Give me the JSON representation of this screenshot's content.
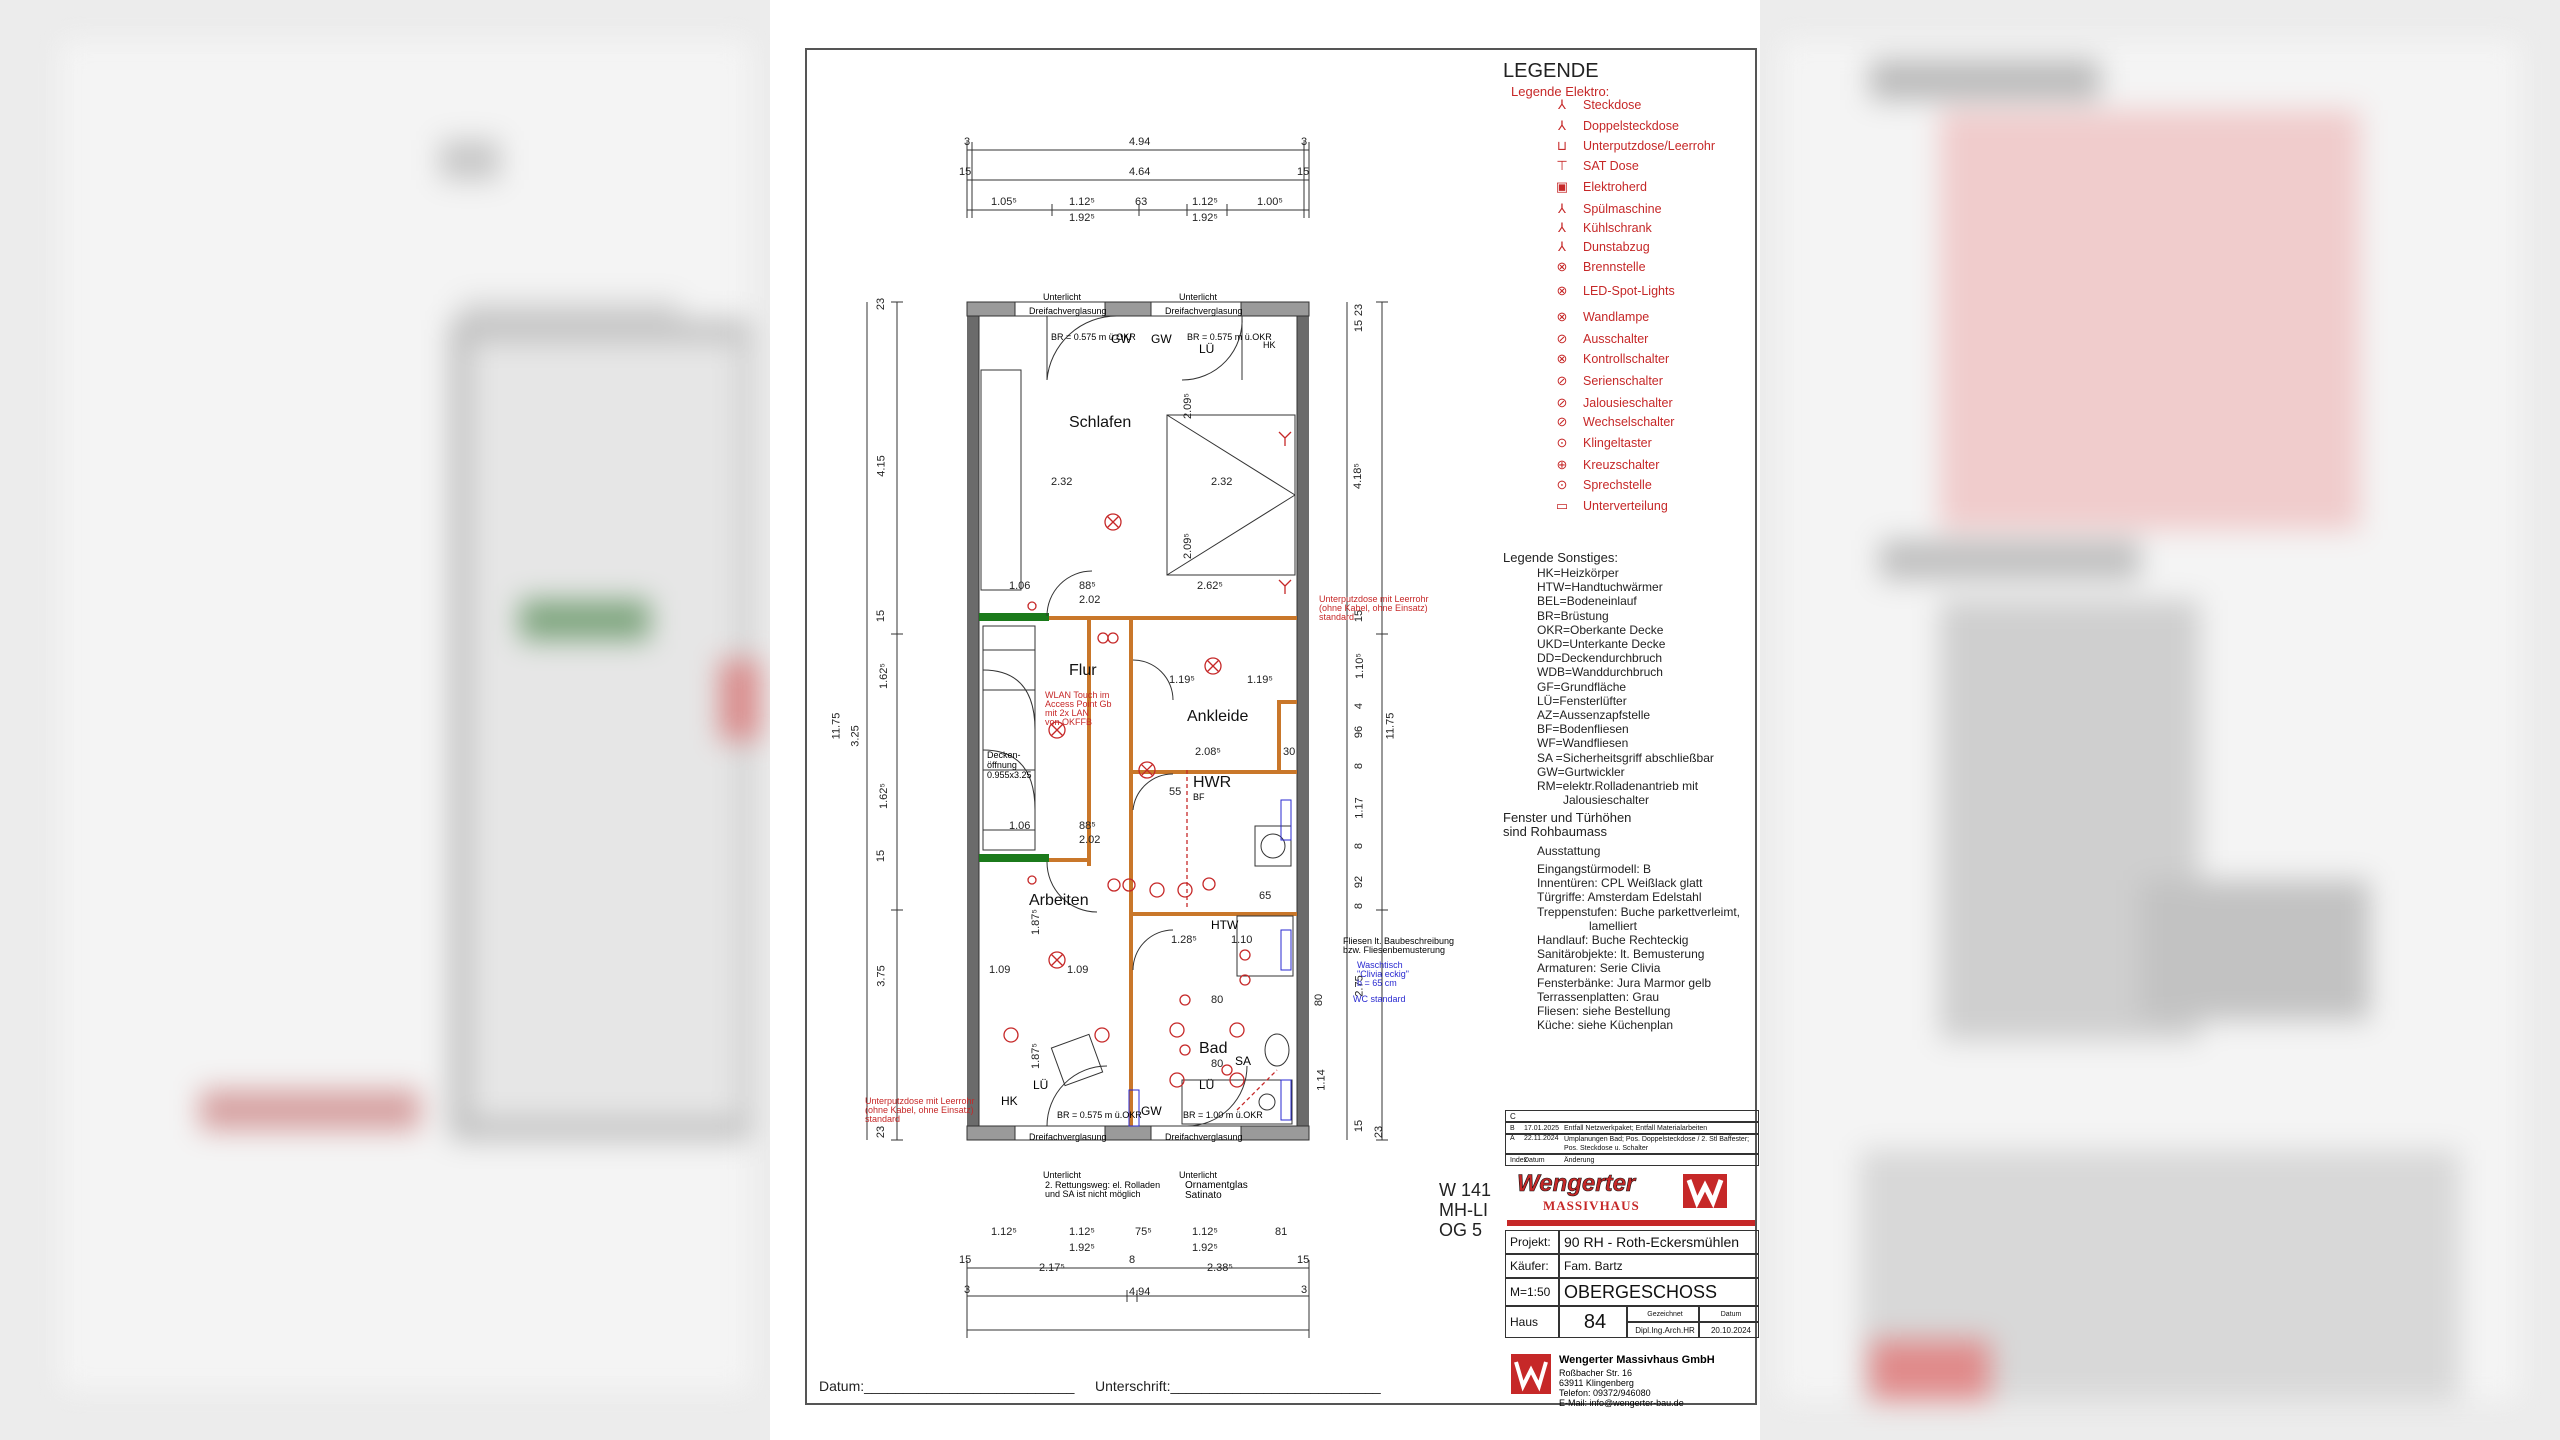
{
  "legend": {
    "title": "LEGENDE",
    "elektro_title": "Legende Elektro:",
    "elektro": [
      {
        "label": "Steckdose",
        "icon": "outlet-icon"
      },
      {
        "label": "Doppelsteckdose",
        "icon": "double-outlet-icon"
      },
      {
        "label": "Unterputzdose/Leerrohr",
        "icon": "flush-box-icon"
      },
      {
        "label": "SAT Dose",
        "icon": "sat-outlet-icon"
      },
      {
        "label": "Elektroherd",
        "icon": "stove-outlet-icon"
      },
      {
        "label": "Spülmaschine",
        "icon": "dishwasher-outlet-icon"
      },
      {
        "label": "Kühlschrank",
        "icon": "fridge-outlet-icon"
      },
      {
        "label": "Dunstabzug",
        "icon": "hood-outlet-icon"
      },
      {
        "label": "Brennstelle",
        "icon": "light-point-icon"
      },
      {
        "label": "LED-Spot-Lights",
        "icon": "led-spot-icon"
      },
      {
        "label": "Wandlampe",
        "icon": "wall-lamp-icon"
      },
      {
        "label": "Ausschalter",
        "icon": "switch-icon"
      },
      {
        "label": "Kontrollschalter",
        "icon": "control-switch-icon"
      },
      {
        "label": "Serienschalter",
        "icon": "series-switch-icon"
      },
      {
        "label": "Jalousieschalter",
        "icon": "blind-switch-icon"
      },
      {
        "label": "Wechselschalter",
        "icon": "toggle-switch-icon"
      },
      {
        "label": "Klingeltaster",
        "icon": "bell-button-icon"
      },
      {
        "label": "Kreuzschalter",
        "icon": "cross-switch-icon"
      },
      {
        "label": "Sprechstelle",
        "icon": "intercom-icon"
      },
      {
        "label": "Unterverteilung",
        "icon": "sub-distribution-icon"
      }
    ],
    "sonstiges_title": "Legende Sonstiges:",
    "sonstiges": [
      "HK=Heizkörper",
      "HTW=Handtuchwärmer",
      "BEL=Bodeneinlauf",
      "BR=Brüstung",
      "OKR=Oberkante Decke",
      "UKD=Unterkante Decke",
      "DD=Deckendurchbruch",
      "WDB=Wanddurchbruch",
      "GF=Grundfläche",
      "LÜ=Fensterlüfter",
      "AZ=Aussenzapfstelle",
      "BF=Bodenfliesen",
      "WF=Wandfliesen",
      "SA =Sicherheitsgriff abschließbar",
      "GW=Gurtwickler",
      "RM=elektr.Rolladenantrieb mit",
      "Jalousieschalter"
    ],
    "fenster_title_1": "Fenster und Türhöhen",
    "fenster_title_2": "sind Rohbaumass",
    "ausstattung_title": "Ausstattung",
    "ausstattung": [
      "Eingangstürmodell: B",
      "Innentüren: CPL Weißlack glatt",
      "Türgriffe: Amsterdam Edelstahl",
      "Treppenstufen: Buche parkettverleimt,",
      "lamelliert",
      "Handlauf: Buche Rechteckig",
      "Sanitärobjekte: lt. Bemusterung",
      "Armaturen: Serie Clivia",
      "Fensterbänke: Jura Marmor gelb",
      "Terrassenplatten: Grau",
      "Fliesen: siehe Bestellung",
      "Küche: siehe Küchenplan"
    ]
  },
  "rooms": {
    "schlafen": "Schlafen",
    "flur": "Flur",
    "ankleide": "Ankleide",
    "hwr": "HWR",
    "arbeiten": "Arbeiten",
    "bad": "Bad"
  },
  "plan_labels": {
    "unterlicht": "Unterlicht",
    "dreifach": "Dreifachverglasung",
    "gw": "GW",
    "lue": "LÜ",
    "hk": "HK",
    "htw": "HTW",
    "sa": "SA",
    "bf": "BF",
    "br1": "BR = 0.575 m ü.OKR",
    "br2": "BR = 1.00 m ü.OKR",
    "decke_1": "Decken-",
    "decke_2": "öffnung",
    "decke_3": "0.955x3.25",
    "unterputz_1": "Unterputzdose mit Leerrohr",
    "unterputz_2": "(ohne Kabel, ohne Einsatz)",
    "unterputz_3": "standard",
    "wlan_1": "WLAN Touch im",
    "wlan_2": "Access Point Gb",
    "wlan_3": "mit 2x LAN",
    "wlan_4": "von OKFFB",
    "fliesen_1": "Fliesen lt. Baubeschreibung",
    "fliesen_2": "bzw. Fliesenbemusterung",
    "waschtisch_1": "Waschtisch",
    "waschtisch_2": "\"Clivia eckig\"",
    "waschtisch_3": "b = 65 cm",
    "wc": "WC standard",
    "rettung_1": "2. Rettungsweg: el. Rolladen",
    "rettung_2": "und SA ist nicht möglich",
    "ornament_1": "Ornamentglas",
    "ornament_2": "Satinato",
    "w141_1": "W 141",
    "w141_2": "MH-LI",
    "w141_3": "OG 5"
  },
  "dims_top": {
    "r1": {
      "l": "3",
      "c": "4.94",
      "r": "3"
    },
    "r2": {
      "l": "15",
      "c": "4.64",
      "r": "15"
    },
    "r3": [
      "1.05⁵",
      "1.12⁵",
      "63",
      "1.12⁵",
      "1.00⁵"
    ],
    "r4": [
      "1.92⁵",
      "1.92⁵"
    ]
  },
  "dims_bottom": {
    "r1": [
      "1.12⁵",
      "1.12⁵",
      "75⁵",
      "1.12⁵",
      "81"
    ],
    "r2": [
      "1.92⁵",
      "1.92⁵"
    ],
    "r3": [
      "15",
      "2.17⁵",
      "8",
      "2.38⁵",
      "15"
    ],
    "r4": {
      "l": "3",
      "c": "4.94",
      "r": "3"
    }
  },
  "dims_left": [
    "23",
    "4.15",
    "15",
    "1.62⁵",
    "3.25",
    "1.62⁵",
    "15",
    "3.75",
    "23",
    "11.75"
  ],
  "dims_right": [
    "23",
    "15",
    "4.18⁵",
    "15",
    "1.10⁵",
    "4",
    "96",
    "8",
    "1.17",
    "8",
    "92",
    "8",
    "2.75",
    "80",
    "1.14",
    "15",
    "23",
    "11.75"
  ],
  "dims_inner": {
    "s1": "2.32",
    "s2": "2.32",
    "s3": "1.06",
    "s4": "88⁵",
    "s5": "2.02",
    "s6": "2.62⁵",
    "s7": "2.09⁵",
    "s8": "2.09⁵",
    "a1": "1.19⁵",
    "a2": "1.19⁵",
    "a3": "2.08⁵",
    "a4": "30",
    "h1": "55",
    "h2": "1.06",
    "h3": "88⁵",
    "h4": "2.02",
    "b1": "1.28⁵",
    "b2": "1.10",
    "b3": "1.09",
    "b4": "1.09",
    "b5": "80",
    "b6": "80",
    "b7": "65",
    "b8": "1.87⁵",
    "b9": "1.87⁵"
  },
  "revisions": {
    "c": "C",
    "b_idx": "B",
    "b_date": "17.01.2025",
    "b_text": "Entfall Netzwerkpaket; Entfall Materialarbeiten",
    "a_idx": "A",
    "a_date": "22.11.2024",
    "a_text": "Umplanungen Bad; Pos. Doppelsteckdose / 2. Stl Baffester; Pos. Steckdose u. Schalter",
    "h_idx": "Index",
    "h_date": "Datum",
    "h_text": "Änderung"
  },
  "company": {
    "logo_text": "Wengerter",
    "logo_sub": "MASSIVHAUS",
    "logo_icon": "wengerter-logo-icon",
    "name": "Wengerter Massivhaus GmbH",
    "street": "Roßbacher Str. 16",
    "city": "63911 Klingenberg",
    "phone": "Telefon: 09372/946080",
    "email": "E-Mail: info@wengerter-bau.de"
  },
  "titleblock": {
    "projekt_label": "Projekt:",
    "projekt": "90 RH - Roth-Eckersmühlen",
    "kaeufer_label": "Käufer:",
    "kaeufer": "Fam. Bartz",
    "massstab": "M=1:50",
    "plan": "OBERGESCHOSS",
    "haus_label": "Haus",
    "haus": "84",
    "gez_label": "Gezeichnet",
    "gez": "Dipl.Ing.Arch.HR",
    "datum_label": "Datum",
    "datum": "20.10.2024"
  },
  "signature": {
    "datum": "Datum:___________________________",
    "unterschrift": "Unterschrift:___________________________"
  },
  "colors": {
    "red": "#c62828",
    "wall": "#6b6b6b",
    "door": "#c9772a",
    "green": "#1b7a1b",
    "blue": "#2a2ad0"
  }
}
